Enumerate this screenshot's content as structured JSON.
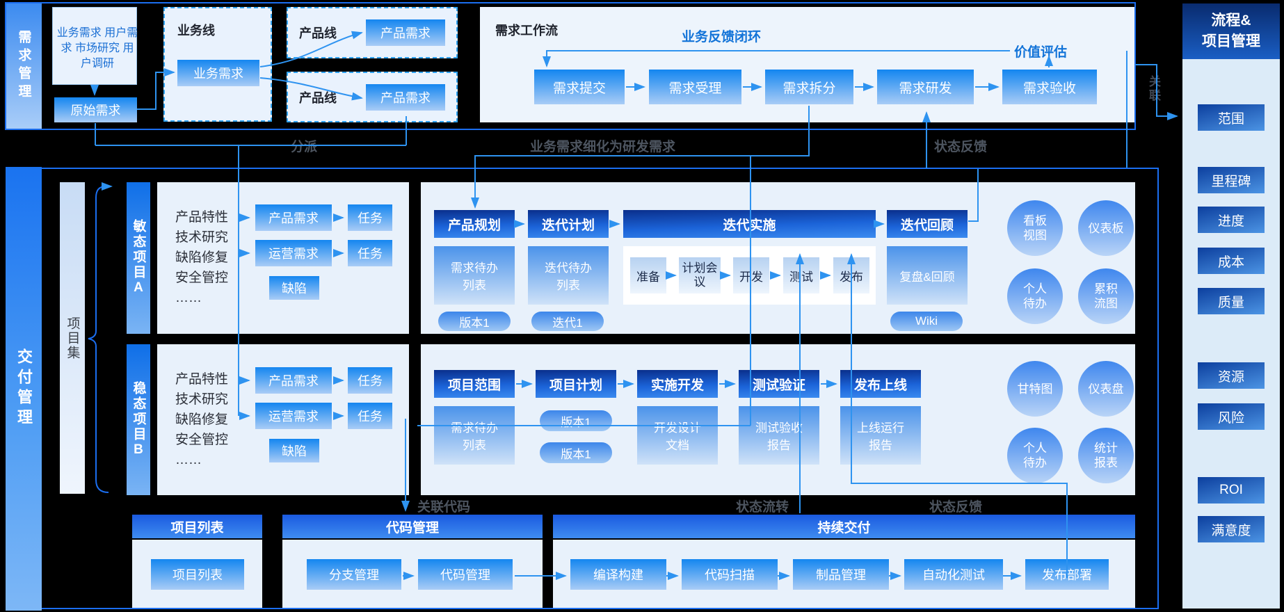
{
  "rails": {
    "requirements": "需求管理",
    "delivery": "交付管理",
    "portfolio": "项目集"
  },
  "top": {
    "sources": "业务需求 用户需求 市场研究 用户调研",
    "raw_requirement": "原始需求",
    "business_line": {
      "title": "业务线",
      "box": "业务需求"
    },
    "product_line_1": {
      "title": "产品线",
      "box": "产品需求"
    },
    "product_line_2": {
      "title": "产品线",
      "box": "产品需求"
    },
    "workflow": {
      "title": "需求工作流",
      "feedback_loop": "业务反馈闭环",
      "value_eval": "价值评估",
      "steps": [
        "需求提交",
        "需求受理",
        "需求拆分",
        "需求研发",
        "需求验收"
      ]
    },
    "association": "关联"
  },
  "sidebar": {
    "title": "流程&\n项目管理",
    "items": [
      "范围",
      "里程碑",
      "进度",
      "成本",
      "质量",
      "资源",
      "风险",
      "ROI",
      "满意度"
    ]
  },
  "labels": {
    "dispatch": "分派",
    "refine": "业务需求细化为研发需求",
    "status_feedback_top": "状态反馈",
    "link_code": "关联代码",
    "status_flow": "状态流转",
    "status_feedback_bottom": "状态反馈"
  },
  "project_a": {
    "rail": "敏态项目A",
    "desc": "产品特性\n技术研究\n缺陷修复\n安全管控\n……",
    "product_req": "产品需求",
    "task_1": "任务",
    "ops_req": "运营需求",
    "task_2": "任务",
    "defect": "缺陷",
    "stages": [
      "产品规划",
      "迭代计划",
      "迭代实施",
      "迭代回顾"
    ],
    "backlog_1": "需求待办\n列表",
    "backlog_2": "迭代待办\n列表",
    "retro": "复盘&回顾",
    "iteration_steps": [
      "准备",
      "计划会\n议",
      "开发",
      "测试",
      "发布"
    ],
    "pills": [
      "版本1",
      "迭代1",
      "Wiki"
    ],
    "circles": [
      "看板\n视图",
      "仪表板",
      "个人\n待办",
      "累积\n流图"
    ]
  },
  "project_b": {
    "rail": "稳态项目B",
    "desc": "产品特性\n技术研究\n缺陷修复\n安全管控\n……",
    "product_req": "产品需求",
    "task_1": "任务",
    "ops_req": "运营需求",
    "task_2": "任务",
    "defect": "缺陷",
    "stages": [
      "项目范围",
      "项目计划",
      "实施开发",
      "测试验证",
      "发布上线"
    ],
    "backlog": "需求待办\n列表",
    "versions": [
      "版本1",
      "版本1"
    ],
    "design_doc": "开发设计\n文档",
    "test_report": "测试验收\n报告",
    "run_report": "上线运行\n报告",
    "circles": [
      "甘特图",
      "仪表盘",
      "个人\n待办",
      "统计\n报表"
    ]
  },
  "bottom": {
    "project_list": {
      "title": "项目列表",
      "box": "项目列表"
    },
    "code": {
      "title": "代码管理",
      "steps": [
        "分支管理",
        "代码管理"
      ]
    },
    "cd": {
      "title": "持续交付",
      "steps": [
        "编译构建",
        "代码扫描",
        "制品管理",
        "自动化测试",
        "发布部署"
      ]
    }
  }
}
